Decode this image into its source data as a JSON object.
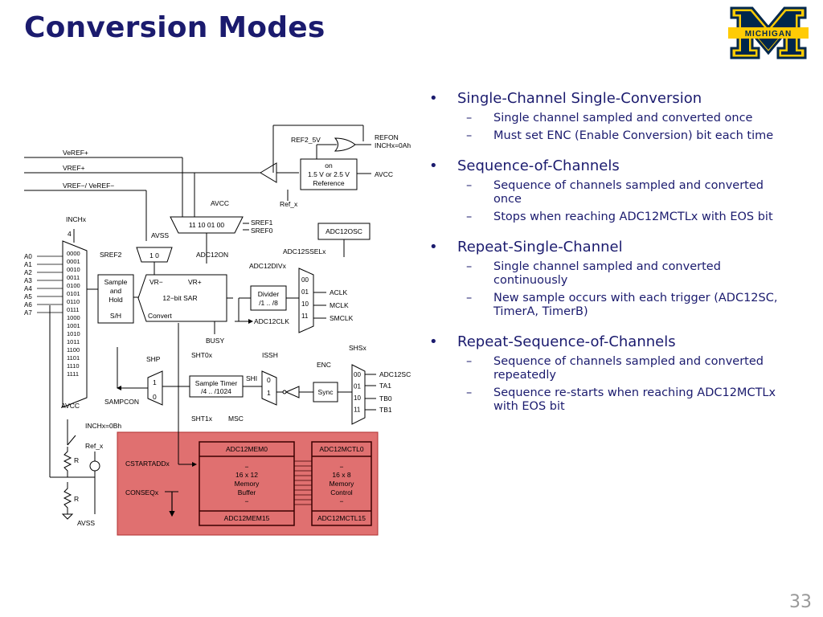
{
  "slide": {
    "title": "Conversion Modes",
    "page_number": "33",
    "logo_text": "MICHIGAN",
    "accent_color": "#1b1b6e",
    "logo_colors": {
      "navy": "#00274c",
      "maize": "#ffcb05"
    }
  },
  "bullets": [
    {
      "text": "Single-Channel Single-Conversion",
      "sub": [
        "Single channel sampled and converted once",
        "Must set ENC (Enable Conversion) bit each time"
      ]
    },
    {
      "text": "Sequence-of-Channels",
      "sub": [
        "Sequence of channels sampled and converted once",
        "Stops when reaching ADC12MCTLx with EOS bit"
      ]
    },
    {
      "text": "Repeat-Single-Channel",
      "sub": [
        "Single channel sampled and converted continuously",
        "New sample occurs with each trigger (ADC12SC, TimerA, TimerB)"
      ]
    },
    {
      "text": "Repeat-Sequence-of-Channels",
      "sub": [
        "Sequence of channels sampled and converted repeatedly",
        "Sequence re-starts when reaching ADC12MCTLx with EOS bit"
      ]
    }
  ],
  "diagram": {
    "highlight_color": "#e07070",
    "labels": {
      "veref_plus": "VeREF+",
      "vref_plus": "VREF+",
      "vref_minus": "VREF−/ VeREF−",
      "ref2_5v": "REF2_5V",
      "refon": "REFON",
      "inchx_0ah": "INCHx=0Ah",
      "ref_on": "on",
      "ref_voltage": "1.5 V or 2.5 V",
      "ref_reference": "Reference",
      "avcc": "AVCC",
      "ref_x": "Ref_x",
      "sref1": "SREF1",
      "sref0": "SREF0",
      "mux_bits": "11  10  01  00",
      "avss": "AVSS",
      "sref2": "SREF2",
      "mux_1_0": "1    0",
      "inchx": "INCHx",
      "four": "4",
      "adc12osc": "ADC12OSC",
      "adc12on": "ADC12ON",
      "adc12ssel": "ADC12SSELx",
      "adc12div": "ADC12DIVx",
      "sample": "Sample",
      "and": "and",
      "hold": "Hold",
      "sh": "S/H",
      "vr_minus": "VR−",
      "vr_plus": "VR+",
      "sar": "12−bit SAR",
      "convert": "Convert",
      "divider": "Divider",
      "divider_range": "/1 .. /8",
      "aclk": "ACLK",
      "mclk": "MCLK",
      "smclk": "SMCLK",
      "adc12clk": "ADC12CLK",
      "busy": "BUSY",
      "shp": "SHP",
      "sht0x": "SHT0x",
      "sht1x": "SHT1x",
      "issh": "ISSH",
      "enc": "ENC",
      "shsx": "SHSx",
      "sample_timer": "Sample Timer",
      "timer_range": "/4 .. /1024",
      "msc": "MSC",
      "shi": "SHI",
      "sync": "Sync",
      "sampcon": "SAMPCON",
      "one": "1",
      "zero": "0",
      "adc12sc": "ADC12SC",
      "ta1": "TA1",
      "tb0": "TB0",
      "tb1": "TB1",
      "avcc_bot": "AVCC",
      "inchx_0bh": "INCHx=0Bh",
      "r": "R",
      "avss_bot": "AVSS",
      "cstartadd": "CSTARTADDx",
      "conseq": "CONSEQx",
      "mem0": "ADC12MEM0",
      "mem_dash": "−",
      "mem_size": "16 x 12",
      "mem_mem": "Memory",
      "mem_buf": "Buffer",
      "mem15": "ADC12MEM15",
      "mctl0": "ADC12MCTL0",
      "mctl_size": "16 x 8",
      "mctl_mem": "Memory",
      "mctl_ctl": "Control",
      "mctl15": "ADC12MCTL15"
    },
    "mux_codes": [
      "0000",
      "0001",
      "0010",
      "0011",
      "0100",
      "0101",
      "0110",
      "0111",
      "1000",
      "1001",
      "1010",
      "1011",
      "1100",
      "1101",
      "1110",
      "1111"
    ],
    "analog_inputs": [
      "A0",
      "A1",
      "A2",
      "A3",
      "A4",
      "A5",
      "A6",
      "A7"
    ],
    "clk_codes": [
      "00",
      "01",
      "10",
      "11"
    ],
    "shs_codes": [
      "00",
      "01",
      "10",
      "11"
    ]
  }
}
